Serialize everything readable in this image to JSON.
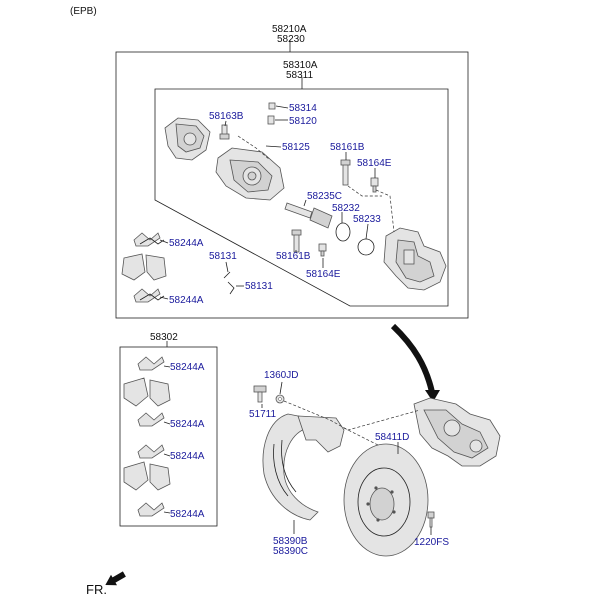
{
  "header": {
    "variant": "(EPB)"
  },
  "assembly": {
    "caliper_assy_a": "58210A",
    "caliper_assy_b": "58230"
  },
  "caliper": {
    "code_a": "58310A",
    "code_b": "58311"
  },
  "parts": {
    "p58163B": "58163B",
    "p58314": "58314",
    "p58120": "58120",
    "p58125": "58125",
    "p58161B_top": "58161B",
    "p58164E_top": "58164E",
    "p58235C": "58235C",
    "p58232": "58232",
    "p58233": "58233",
    "p58161B_bot": "58161B",
    "p58164E_bot": "58164E",
    "p58131_a": "58131",
    "p58131_b": "58131",
    "p58244A_1": "58244A",
    "p58244A_2": "58244A"
  },
  "pad_kit": {
    "code": "58302",
    "labels": [
      "58244A",
      "58244A",
      "58244A",
      "58244A"
    ]
  },
  "bottom": {
    "p1360JD": "1360JD",
    "p51711": "51711",
    "p58411D": "58411D",
    "p58390B": "58390B",
    "p58390C": "58390C",
    "p1220FS": "1220FS"
  },
  "footer": {
    "front": "FR."
  },
  "colors": {
    "label_blue": "#1a1a9c",
    "line": "#222222",
    "part_fill": "#e4e4e4"
  }
}
